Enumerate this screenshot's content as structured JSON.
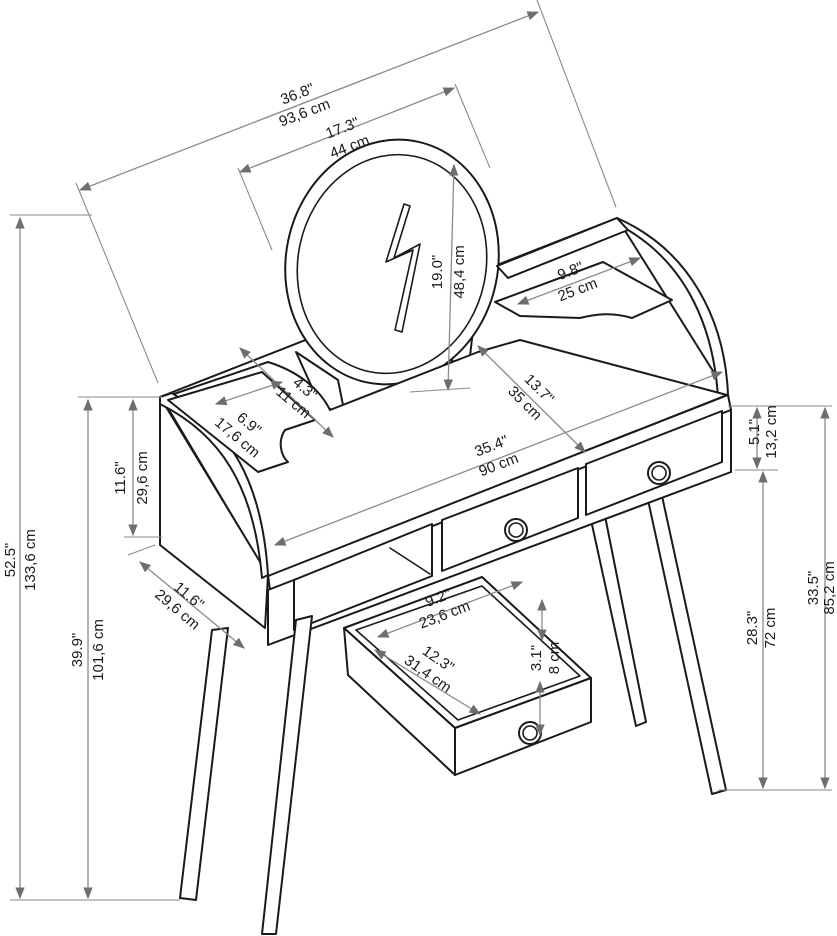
{
  "dimensions": {
    "overall_width": {
      "in": "36.8\"",
      "cm": "93,6 cm"
    },
    "mirror_width": {
      "in": "17.3\"",
      "cm": "44 cm"
    },
    "mirror_height": {
      "in": "19.0\"",
      "cm": "48,4 cm"
    },
    "shelf_width": {
      "in": "9.8\"",
      "cm": "25 cm"
    },
    "table_depth": {
      "in": "13.7\"",
      "cm": "35 cm"
    },
    "table_width": {
      "in": "35.4\"",
      "cm": "90 cm"
    },
    "small_shelf_depth": {
      "in": "4.3\"",
      "cm": "11 cm"
    },
    "small_shelf_width": {
      "in": "6.9\"",
      "cm": "17,6 cm"
    },
    "side_height": {
      "in": "11.6\"",
      "cm": "29,6 cm"
    },
    "side_depth": {
      "in": "11.6\"",
      "cm": "29,6 cm"
    },
    "total_height": {
      "in": "52.5\"",
      "cm": "133,6 cm"
    },
    "table_height": {
      "in": "39.9\"",
      "cm": "101,6 cm"
    },
    "drawer_front_height": {
      "in": "5.1\"",
      "cm": "13,2 cm"
    },
    "leg_height": {
      "in": "28.3\"",
      "cm": "72 cm"
    },
    "top_height": {
      "in": "33.5\"",
      "cm": "85,2 cm"
    },
    "drawer_width": {
      "in": "9.2\"",
      "cm": "23,6 cm"
    },
    "drawer_depth": {
      "in": "12.3\"",
      "cm": "31,4 cm"
    },
    "drawer_height": {
      "in": "3.1\"",
      "cm": "8 cm"
    }
  }
}
